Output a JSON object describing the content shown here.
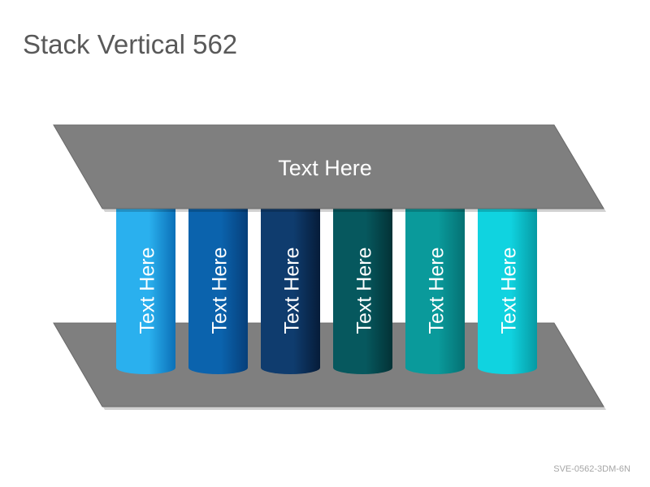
{
  "title": "Stack Vertical 562",
  "footer_code": "SVE-0562-3DM-6N",
  "top_slab": {
    "label": "Text Here",
    "color": "#7f7f7f"
  },
  "bottom_slab": {
    "color": "#7f7f7f"
  },
  "pillars": [
    {
      "label": "Text Here",
      "color_light": "#2ab0ee",
      "color_dark": "#0b70b8"
    },
    {
      "label": "Text Here",
      "color_light": "#0b63ad",
      "color_dark": "#063f7a"
    },
    {
      "label": "Text Here",
      "color_light": "#0f3c6e",
      "color_dark": "#061c39"
    },
    {
      "label": "Text Here",
      "color_light": "#06585e",
      "color_dark": "#033236"
    },
    {
      "label": "Text Here",
      "color_light": "#0a9a9b",
      "color_dark": "#057173"
    },
    {
      "label": "Text Here",
      "color_light": "#10d3e0",
      "color_dark": "#069aa3"
    }
  ]
}
